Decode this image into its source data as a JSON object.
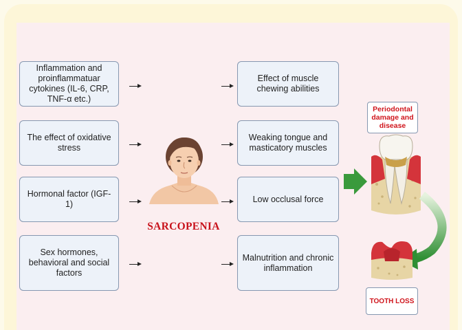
{
  "left_factors": [
    "Inflammation and proinflammatuar cytokines (IL-6, CRP, TNF-α etc.)",
    "The effect of oxidative stress",
    "Hormonal factor (IGF-1)",
    "Sex hormones, behavioral and social factors"
  ],
  "center_label": "SARCOPENIA",
  "effects": [
    "Effect of muscle chewing abilities",
    "Weaking tongue and masticatory muscles",
    "Low occlusal force",
    "Malnutrition and chronic inflammation"
  ],
  "periodontal_label": "Periodontal damage and disease",
  "tooth_loss_label": "TOOTH LOSS",
  "colors": {
    "title_red": "#c8121b",
    "box_fill": "#edf2f9",
    "box_border": "#8597b0",
    "panel_bg": "#fbeef0",
    "frame_bg": "#fdf6d8",
    "arrow_green": "#3a9a3c",
    "gum_red": "#d4343b",
    "bone": "#e7d5a5"
  },
  "icons": [
    "person-icon",
    "tooth-periodontal-icon",
    "tooth-loss-icon",
    "green-right-arrow-icon",
    "green-curved-arrow-icon"
  ]
}
